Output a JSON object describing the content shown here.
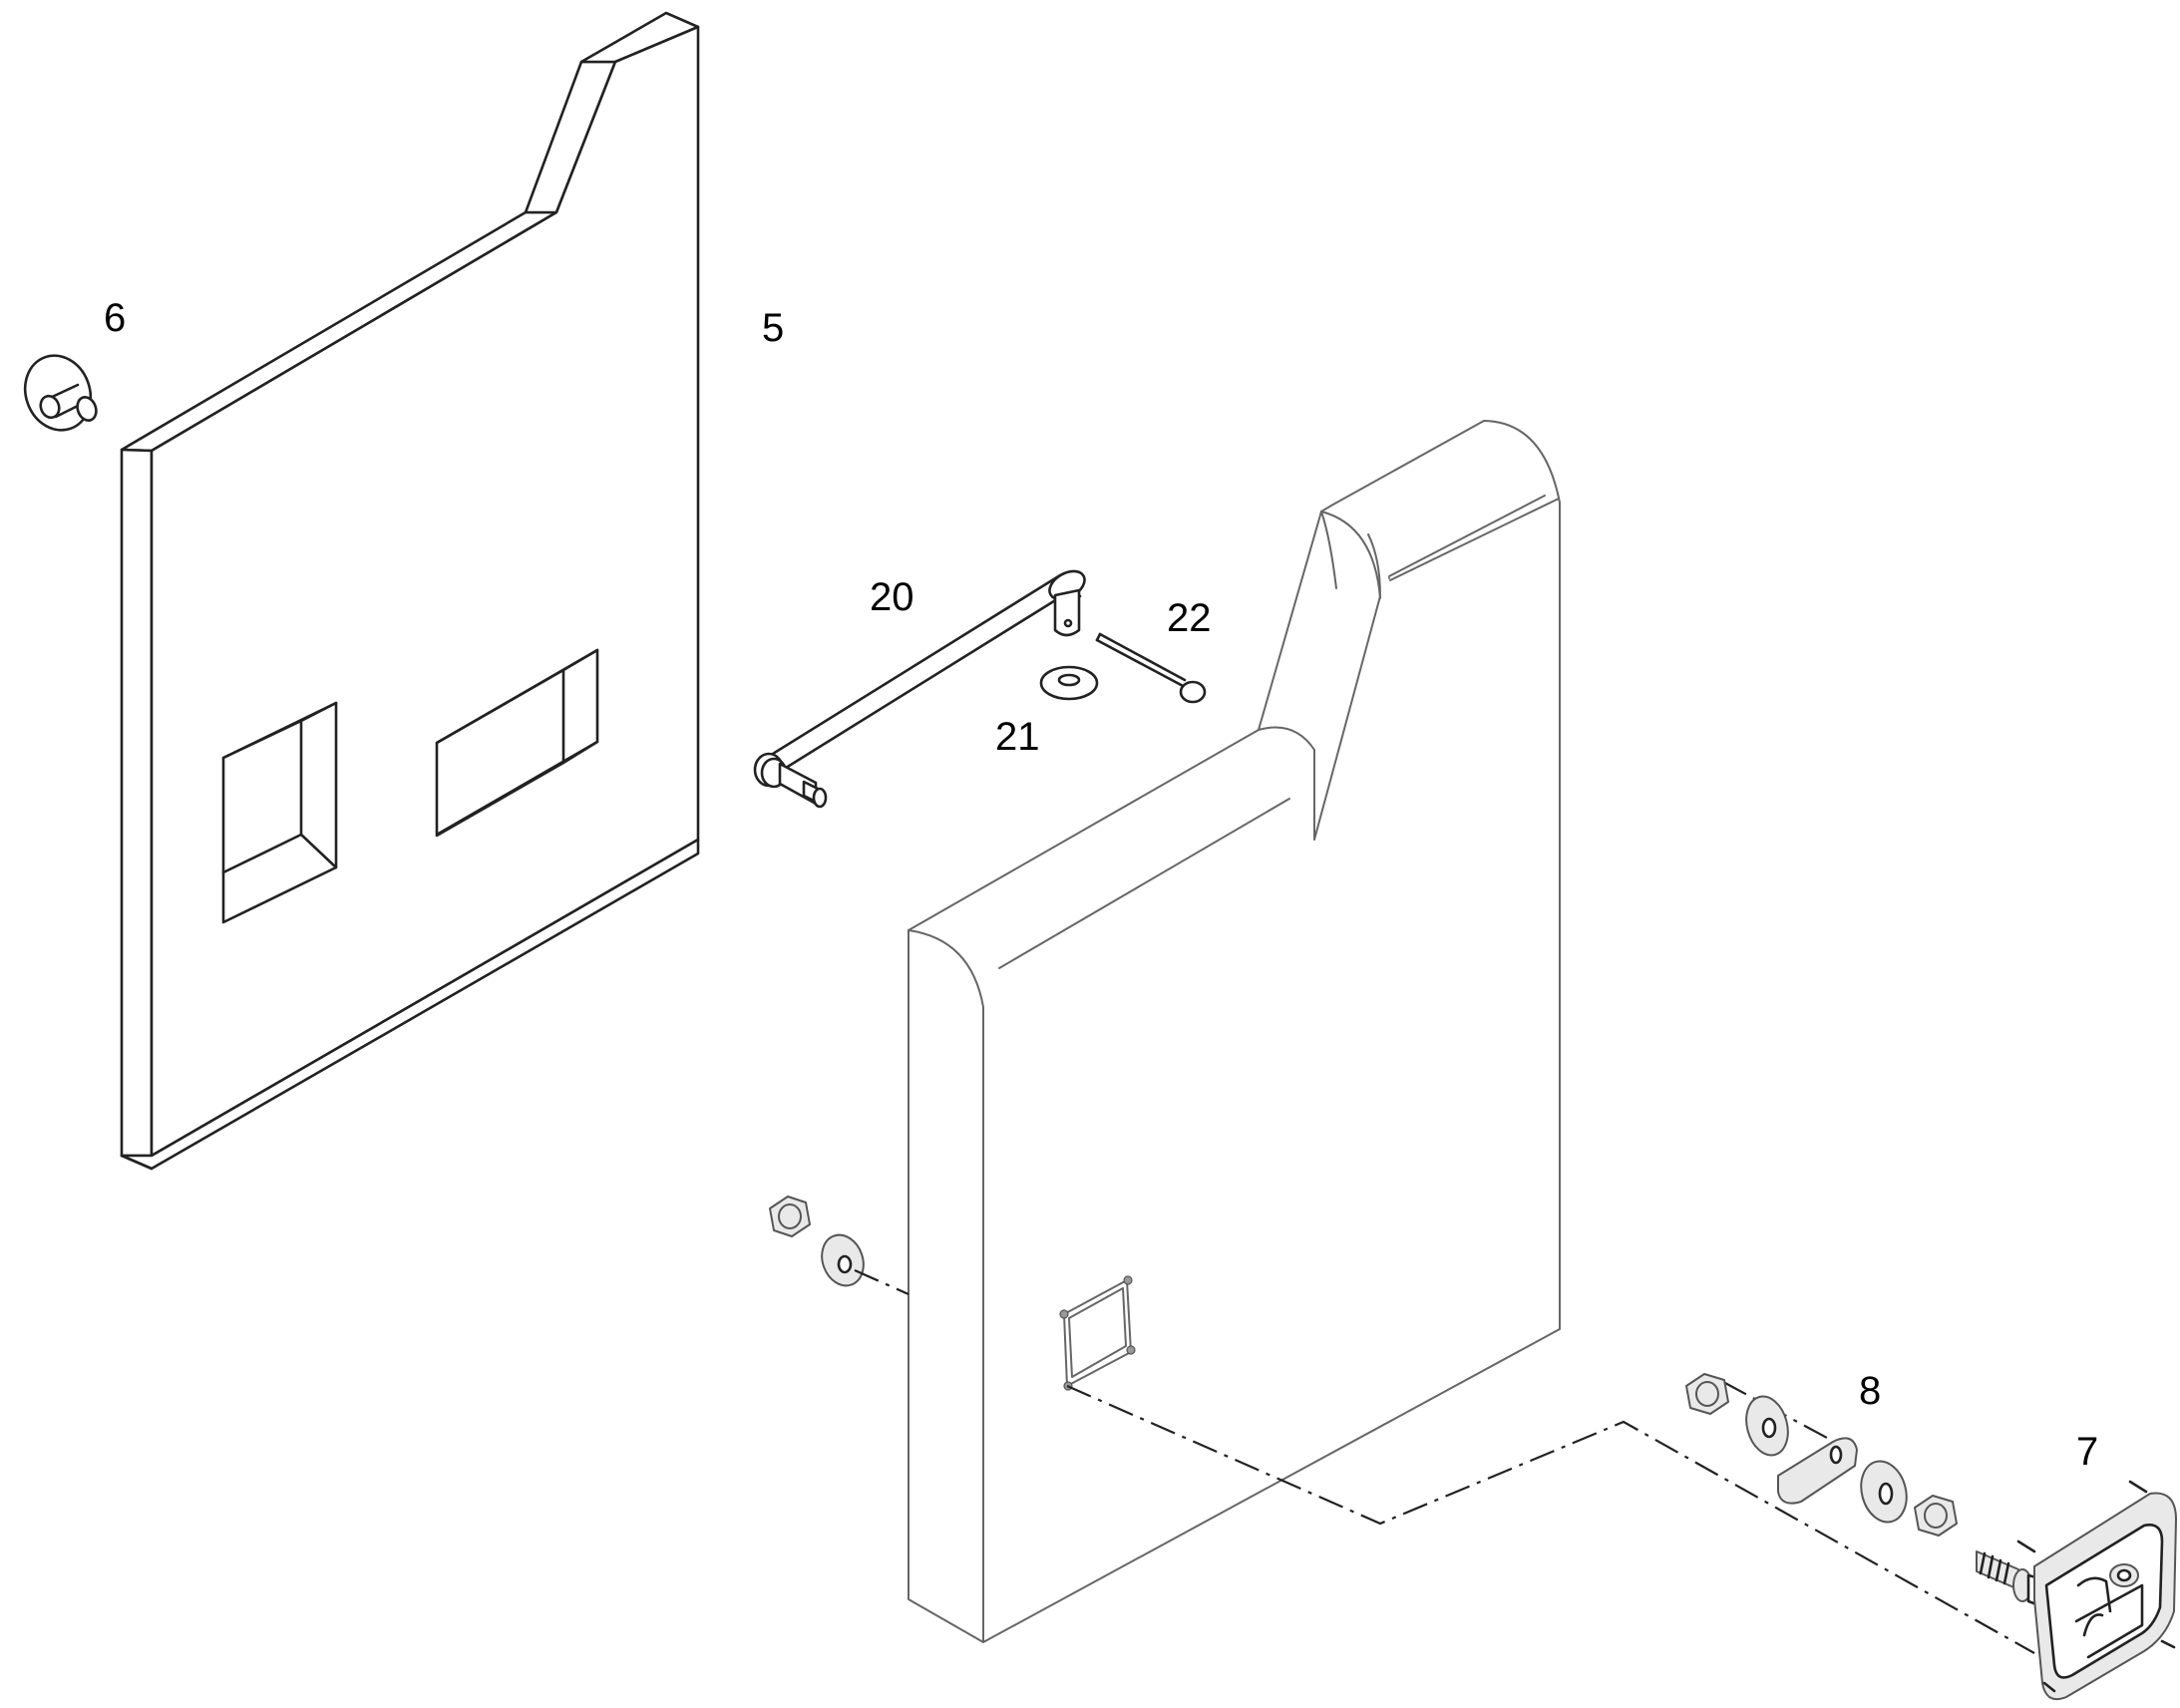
{
  "callouts": [
    {
      "id": "label-6",
      "text": "6"
    },
    {
      "id": "label-5",
      "text": "5"
    },
    {
      "id": "label-20",
      "text": "20"
    },
    {
      "id": "label-22",
      "text": "22"
    },
    {
      "id": "label-21",
      "text": "21"
    },
    {
      "id": "label-8",
      "text": "8"
    },
    {
      "id": "label-7",
      "text": "7"
    }
  ]
}
